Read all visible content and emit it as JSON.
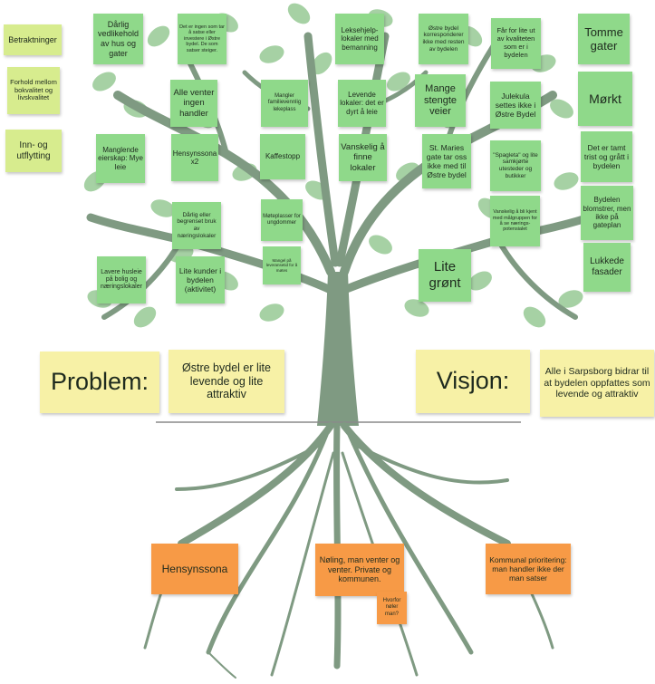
{
  "colors": {
    "note_green": "#8fd98a",
    "note_yellow": "#f7f1a6",
    "note_orange": "#f79a46",
    "note_lightgreen": "#d7ec8e",
    "trunk": "#7f9a82",
    "leaves": "#9ccc9a"
  },
  "legend": [
    "Betraktninger",
    "Forhold mellom bokvalitet og livskvalitet",
    "Inn- og utflytting"
  ],
  "green_notes": [
    "Dårlig vedlikehold av hus og gater",
    "Det er ingen som tar å satse eller investere i Østre bydel. De som satser steiger.",
    "Leksehjelp-lokaler med bemanning",
    "Østre bydel korresponderer ikke med resten av bydelen",
    "Får for lite ut av kvaliteten som er i bydelen",
    "Tomme gater",
    "Alle venter ingen handler",
    "Mangler familievennlig lekeplass",
    "Levende lokaler: det er dyrt å leie",
    "Mange stengte veier",
    "Julekula settes ikke i Østre Bydel",
    "Mørkt",
    "Manglende eierskap: Mye leie",
    "Hensynssona x2",
    "Kaffestopp",
    "Vanskelig å finne lokaler",
    "St. Maries gate tar oss ikke med til Østre bydel",
    "\"Spagleta\" og lite samkjørte utesteder og butikker",
    "Det er tamt trist og grått i bydelen",
    "Dårlig eller begrenset bruk av næringslokaler",
    "Møteplasser for ungdommer",
    "Vanskelig å bli kjent med målgruppen for å se nærings-potensialet",
    "Bydelen blomstrer, men ikke på gateplan",
    "Mangel på leveransetid for å møtes",
    "Lavere husleie på bolig og næringslokaler",
    "Lite kunder i bydelen (aktivitet)",
    "Lite grønt",
    "Lukkede fasader"
  ],
  "problem": {
    "label": "Problem:",
    "text": "Østre bydel er lite levende og lite attraktiv"
  },
  "vision": {
    "label": "Visjon:",
    "text": "Alle i Sarpsborg bidrar til at bydelen oppfattes som levende og attraktiv"
  },
  "roots": [
    "Hensynssona",
    "Nøling, man venter og venter. Private og kommunen.",
    "Hvorfor nøler man?",
    "Kommunal prioritering: man handler ikke der man satser"
  ]
}
